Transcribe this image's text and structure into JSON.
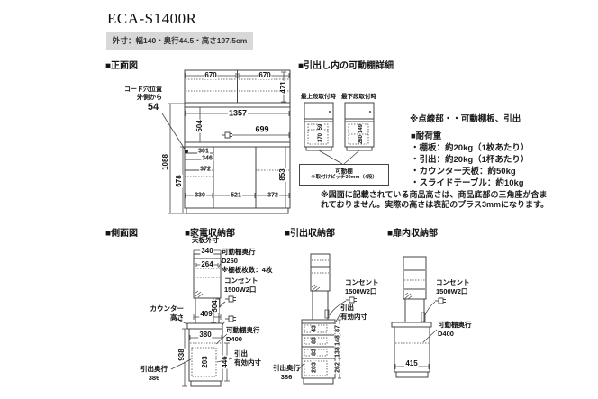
{
  "title": "ECA-S1400R",
  "subtitle": "外寸：幅140・奥行44.5・高さ197.5cm",
  "headings": {
    "front": "■正面図",
    "shelf_detail": "■引出し内の可動棚詳細",
    "side": "■側面図",
    "appliance": "■家電収納部",
    "drawer": "■引出収納部",
    "door": "■扉内収納部"
  },
  "front_view": {
    "cord_hole_label": "コード穴位置\n外側から",
    "cord_hole_value": "54",
    "dims": {
      "top_left": "670",
      "top_right": "670",
      "upper_height": "471",
      "middle_width": "1357",
      "counter_right": "699",
      "open_height": "504",
      "shelf1": "301",
      "shelf2": "346",
      "shelf3": "372",
      "bottom_left": "330",
      "bottom_mid": "521",
      "bottom_right": "372",
      "lower_height": "853",
      "left_outer": "1088",
      "left_inner": "678"
    }
  },
  "shelf_detail": {
    "left_caption": "最上段取付時",
    "right_caption": "最下段取付時",
    "left_dim_top": "59",
    "left_dim_bottom": "370",
    "right_dim_top": "149",
    "right_dim_bottom": "280",
    "box_title": "可動棚",
    "box_note": "※取付けピッチ30mm（4段）"
  },
  "notes": {
    "dotted_note": "※点線部・・可動棚板、引出",
    "load_heading": "■耐荷重",
    "load_items": [
      "・棚板：約20kg（1枚あたり）",
      "・引出：約20kg（1杯あたり）",
      "・カウンター天板：約50kg",
      "・スライドテーブル：約10kg"
    ],
    "height_note": "※図面に記載されている商品高さは、商品底部の三角座が含ま\nれておりません。実際の高さは表記のプラス3mmになります。"
  },
  "side_view": {
    "top_caption": "天板外寸",
    "dims": {
      "top_width": "340",
      "top_inner": "264",
      "open_height": "504",
      "counter_depth": "409",
      "lower_inner": "380",
      "counter_height": "938",
      "drawer_height": "446",
      "drawer_inner": "203"
    },
    "labels": {
      "shelf_depth_top": "可動棚奥行\nD260\n※棚板枚数：4枚",
      "outlet": "コンセント\n1500W2口",
      "counter": "カウンター\n高さ",
      "shelf_depth_bottom": "可動棚奥行\nD400",
      "drawer_clear": "引出\n有効内寸",
      "drawer_depth": "引出奥行\n386"
    }
  },
  "drawer_view": {
    "outlet": "コンセント\n1500W2口",
    "drawer_clear": "引出\n有効内寸",
    "inner_dims": [
      "43",
      "83",
      "83",
      "203"
    ],
    "outer_dims": [
      "87",
      "148",
      "138",
      "262"
    ],
    "drawer_depth": "引出奥行\n386"
  },
  "door_view": {
    "outlet": "コンセント\n1500W2口",
    "shelf_depth": "可動棚奥行\nD400",
    "bottom_width": "415"
  }
}
